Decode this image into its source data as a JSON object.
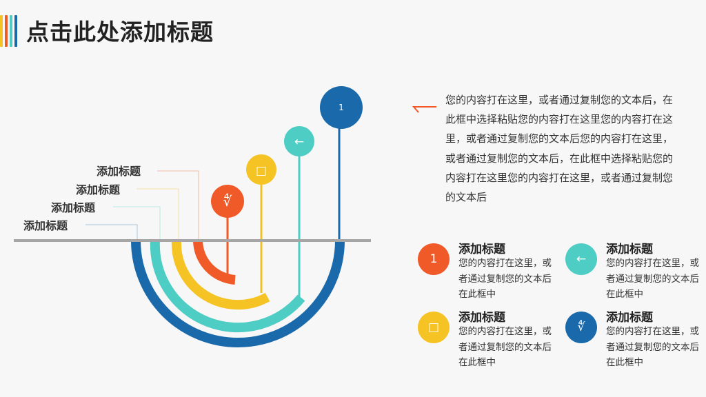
{
  "slide": {
    "title": "点击此处添加标题",
    "accent_colors": [
      "#f5c324",
      "#f05a28",
      "#4ecdc4",
      "#1a6aab"
    ]
  },
  "diagram": {
    "labels": [
      "添加标题",
      "添加标题",
      "添加标题",
      "添加标题"
    ],
    "markers": [
      {
        "icon": "sqrt-icon",
        "glyph": "∜",
        "color": "#f05a28"
      },
      {
        "icon": "square-icon",
        "glyph": "□",
        "color": "#f5c324"
      },
      {
        "icon": "arrow-left-icon",
        "glyph": "←",
        "color": "#4ecdc4"
      },
      {
        "icon": "number-one-icon",
        "glyph": "1",
        "color": "#1a6aab"
      }
    ],
    "baseline_color": "#a6a6a6"
  },
  "main_text": "您的内容打在这里，或者通过复制您的文本后，在此框中选择粘贴您的内容打在这里您的内容打在这里，或者通过复制您的文本后您的内容打在这里，或者通过复制您的文本后，在此框中选择粘贴您的内容打在这里您的内容打在这里，或者通过复制您的文本后",
  "cards": [
    {
      "icon": "number-one-icon",
      "glyph": "1",
      "color": "#f05a28",
      "title": "添加标题",
      "desc": "您的内容打在这里，或者通过复制您的文本后在此框中"
    },
    {
      "icon": "arrow-left-icon",
      "glyph": "←",
      "color": "#4ecdc4",
      "title": "添加标题",
      "desc": "您的内容打在这里，或者通过复制您的文本后在此框中"
    },
    {
      "icon": "square-icon",
      "glyph": "□",
      "color": "#f5c324",
      "title": "添加标题",
      "desc": "您的内容打在这里，或者通过复制您的文本后在此框中"
    },
    {
      "icon": "sqrt-icon",
      "glyph": "∜",
      "color": "#1a6aab",
      "title": "添加标题",
      "desc": "您的内容打在这里，或者通过复制您的文本后在此框中"
    }
  ]
}
